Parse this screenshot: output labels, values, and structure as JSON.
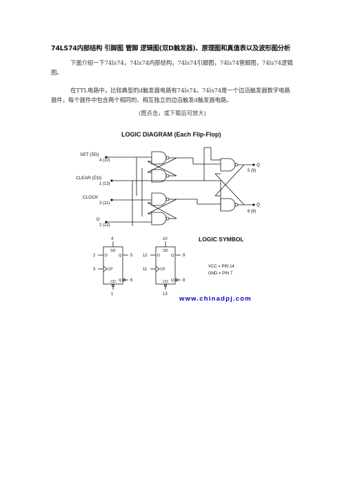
{
  "document": {
    "title": "74LS74内部结构 引脚图 管脚 逻辑图(双D触发器)、原理图和真值表以及波形图分析",
    "paragraph_1": "下面介绍一下74ls74，74ls74内部结构，74ls74引脚图，74ls74管脚图，74ls74逻辑图。",
    "paragraph_2": "在TTL电路中，比较典型的d触发器电路有74ls74。74ls74是一个边沿触发器数字电路器件，每个器件中包含两个相同的、相互独立的边沿触发d触发器电路。",
    "caption": "(图点击，或下载后可放大)"
  },
  "figure": {
    "logic_diagram_title": "LOGIC DIAGRAM (Each Flip-Flop)",
    "inputs": [
      {
        "label": "SET (S̄D)",
        "pin": "4 (10)"
      },
      {
        "label": "CLEAR (C̄D)",
        "pin": "1 (13)"
      },
      {
        "label": "CLOCK",
        "pin": "3 (11)"
      },
      {
        "label": "D",
        "pin": "2 (12)"
      }
    ],
    "outputs": [
      {
        "label": "Q",
        "pin": "5 (9)"
      },
      {
        "label": "Q̄",
        "pin": "6 (8)"
      }
    ],
    "logic_symbol_title": "LOGIC SYMBOL",
    "symbol_1": {
      "top_pin": "4",
      "bottom_pin": "1",
      "d_pin": "2",
      "cp_pin": "3",
      "q_pin": "5",
      "qbar_pin": "6"
    },
    "symbol_2": {
      "top_pin": "10",
      "bottom_pin": "13",
      "d_pin": "12",
      "cp_pin": "11",
      "q_pin": "9",
      "qbar_pin": "8"
    },
    "symbol_labels": {
      "sd": "SD",
      "cd": "CD",
      "d": "D",
      "cp": "CP",
      "q": "Q",
      "qbar": "Q"
    },
    "vcc_note": "VCC = PIN 14",
    "gnd_note": "GND = PIN 7",
    "watermark": "www.chinadpj.com",
    "watermark_color": "#0000cc"
  }
}
